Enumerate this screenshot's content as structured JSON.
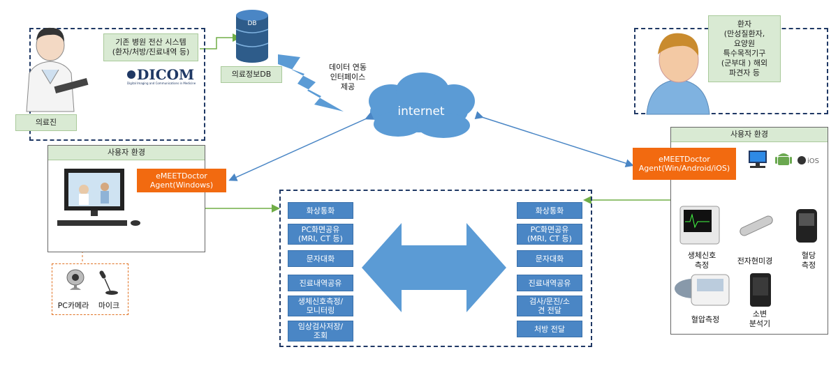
{
  "hospital": {
    "system_line1": "기존 병원 전산 시스템",
    "system_line2": "(환자/처방/진료내역 등)",
    "dicom_logo": "DICOM",
    "dicom_sub": "Digital Imaging and Communications in Medicine",
    "doctor_label": "의료진"
  },
  "db": {
    "icon_text": "DB",
    "label": "의료정보DB"
  },
  "interface": {
    "line1": "데이터 연동",
    "line2": "인터페이스",
    "line3": "제공"
  },
  "internet": "internet",
  "patient": {
    "lines": [
      "환자",
      "(만성질환자,",
      "요양원",
      "특수목적기구",
      "(군부대 ) 해외",
      "파견자 등"
    ]
  },
  "left_env": {
    "title": "사용자 환경",
    "agent_line1": "eMEETDoctor",
    "agent_line2": "Agent(Windows)",
    "devices": [
      "PC카메라",
      "마이크"
    ]
  },
  "right_env": {
    "title": "사용자 환경",
    "agent_line1": "eMEETDoctor",
    "agent_line2": "Agent(Win/Android/iOS)",
    "ios_label": "iOS",
    "devices": [
      "생체신호\n측정",
      "전자현미경",
      "혈당\n측정",
      "혈압측정",
      "소변\n분석기"
    ]
  },
  "features_left": [
    "화상통화",
    "PC화면공유\n(MRI, CT 등)",
    "문자대화",
    "진료내역공유",
    "생체신호측정/\n모니터링",
    "임상검사저장/\n조회"
  ],
  "features_right": [
    "화상통화",
    "PC화면공유\n(MRI, CT 등)",
    "문자대화",
    "진료내역공유",
    "검사/문진/소\n견 전달",
    "처방 전달"
  ],
  "colors": {
    "navy_dash": "#1f3864",
    "green_box": "#d9ead3",
    "orange": "#f26a10",
    "blue": "#4a86c5",
    "cloud": "#5b9bd5"
  }
}
